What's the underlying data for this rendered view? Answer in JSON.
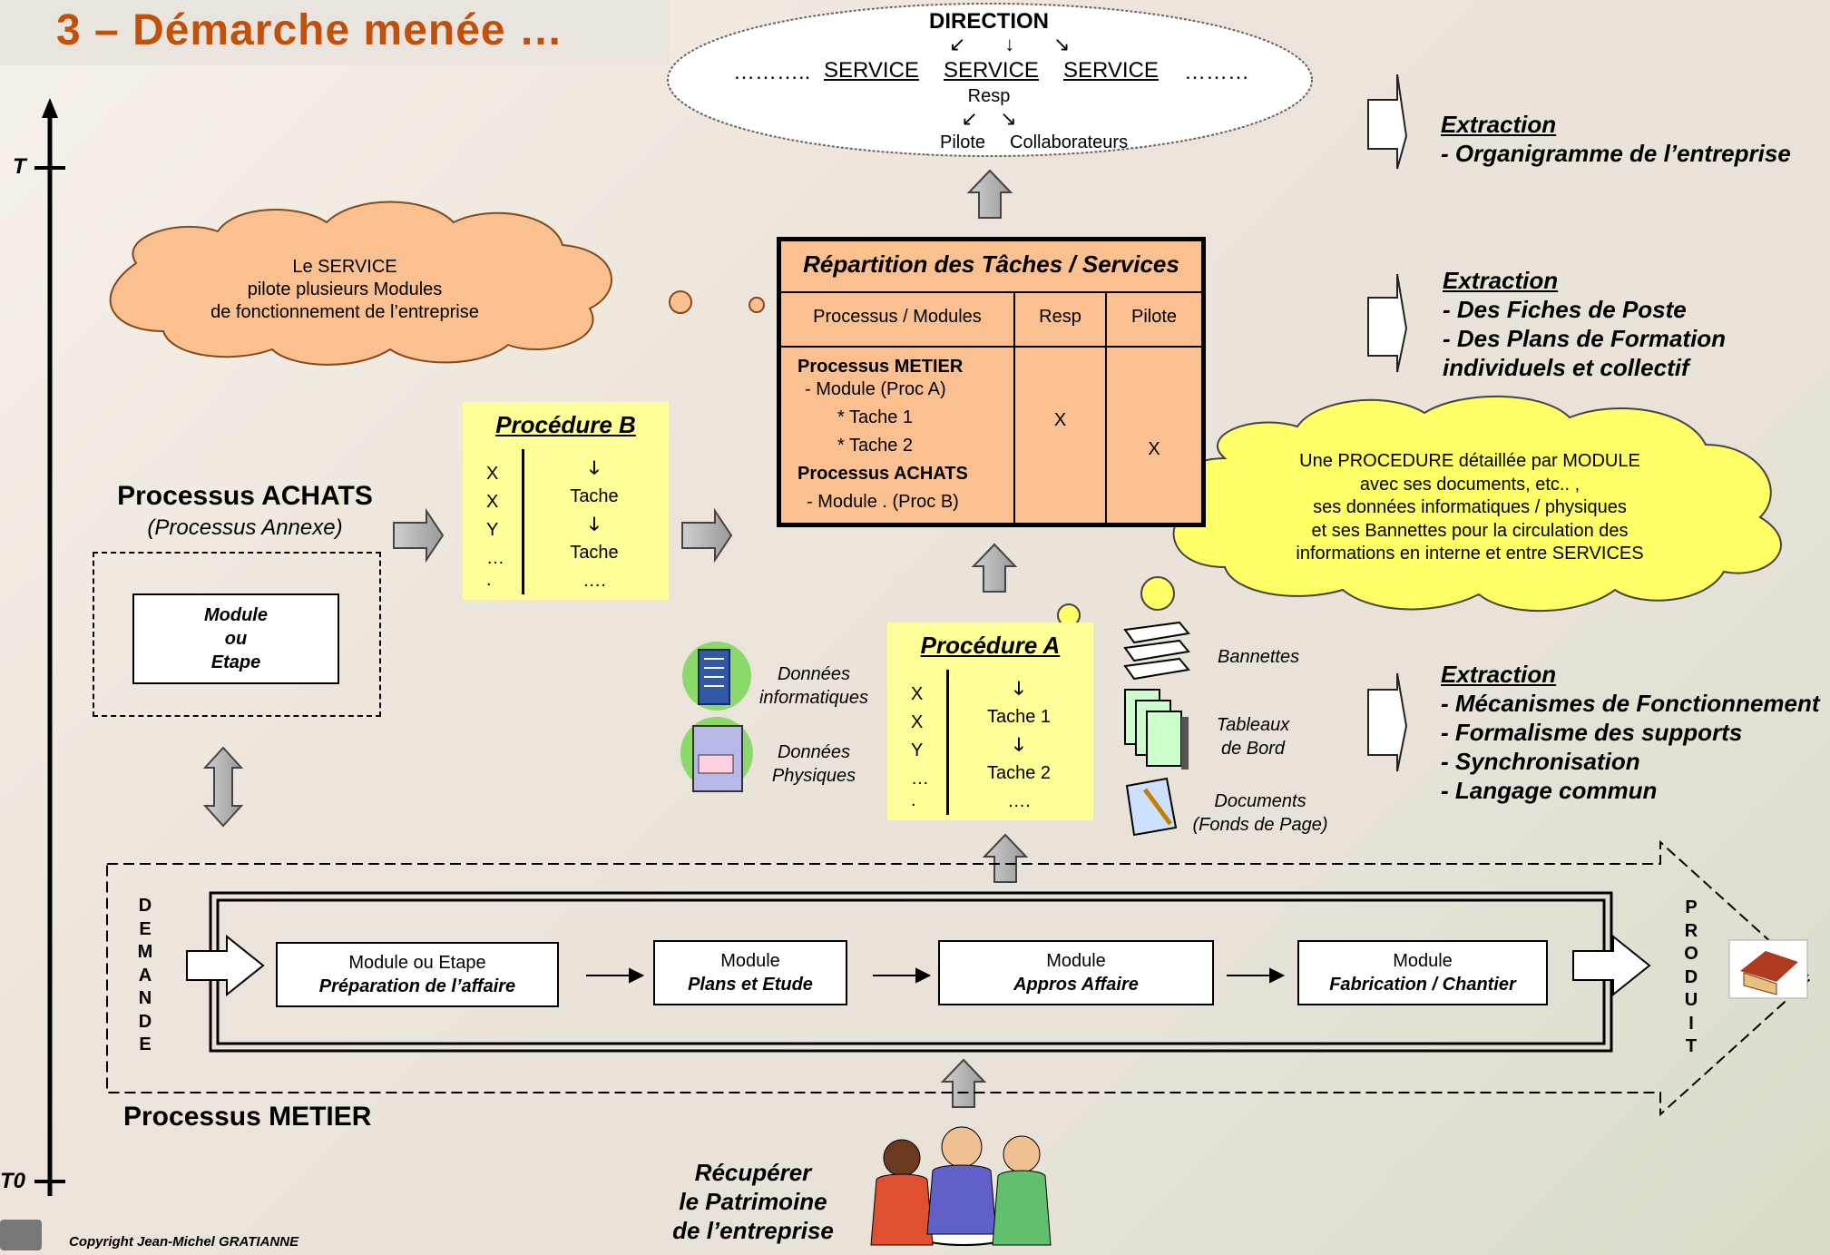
{
  "title": "3 – Démarche menée …",
  "axis": {
    "t_top": "T",
    "t_bottom": "T0"
  },
  "organigram": {
    "direction": "DIRECTION",
    "dots_left": "………..",
    "services": [
      "SERVICE",
      "SERVICE",
      "SERVICE"
    ],
    "dots_right": "………",
    "resp": "Resp",
    "pilote": "Pilote",
    "collaborateurs": "Collaborateurs"
  },
  "extractions": [
    {
      "title": "Extraction",
      "items": [
        "- Organigramme de l’entreprise"
      ]
    },
    {
      "title": "Extraction",
      "items": [
        "- Des Fiches de Poste",
        "- Des Plans de Formation",
        "individuels et collectif"
      ]
    },
    {
      "title": "Extraction",
      "items": [
        "- Mécanismes de Fonctionnement",
        "- Formalisme des supports",
        "- Synchronisation",
        "- Langage commun"
      ]
    }
  ],
  "cloud_service": [
    "Le SERVICE",
    "pilote plusieurs Modules",
    "de fonctionnement de l’entreprise"
  ],
  "cloud_procedure": [
    "Une PROCEDURE détaillée par MODULE",
    "avec ses documents, etc.. ,",
    "ses données informatiques / physiques",
    "et ses Bannettes pour la circulation des",
    "informations en interne et entre SERVICES"
  ],
  "repartition": {
    "title": "Répartition des Tâches / Services",
    "headers": [
      "Processus / Modules",
      "Resp",
      "Pilote"
    ],
    "rows": [
      {
        "label": "Processus METIER",
        "bold": true,
        "resp": "",
        "pilote": ""
      },
      {
        "label": "- Module (Proc A)",
        "bold": false,
        "resp": "",
        "pilote": ""
      },
      {
        "label": "* Tache 1",
        "bold": false,
        "resp": "X",
        "pilote": ""
      },
      {
        "label": "* Tache 2",
        "bold": false,
        "resp": "",
        "pilote": "X"
      },
      {
        "label": "Processus ACHATS",
        "bold": true,
        "resp": "",
        "pilote": ""
      },
      {
        "label": "- Module . (Proc B)",
        "bold": false,
        "resp": "",
        "pilote": ""
      }
    ]
  },
  "procedure_b": {
    "title": "Procédure B",
    "left": [
      "X",
      "X",
      "Y",
      "…",
      "."
    ],
    "right": [
      "Tache",
      "Tache",
      "…."
    ]
  },
  "procedure_a": {
    "title": "Procédure A",
    "left": [
      "X",
      "X",
      "Y",
      "…",
      "."
    ],
    "right": [
      "Tache 1",
      "Tache 2",
      "…."
    ]
  },
  "achats": {
    "title": "Processus ACHATS",
    "subtitle": "(Processus Annexe)",
    "module": [
      "Module",
      "ou",
      "Etape"
    ]
  },
  "resources": {
    "donnees_info": [
      "Données",
      "informatiques"
    ],
    "donnees_phys": [
      "Données",
      "Physiques"
    ],
    "bannettes": "Bannettes",
    "tableaux": [
      "Tableaux",
      "de Bord"
    ],
    "documents": [
      "Documents",
      "(Fonds de Page)"
    ]
  },
  "metier": {
    "demande": [
      "D",
      "E",
      "M",
      "A",
      "N",
      "D",
      "E"
    ],
    "produit": [
      "P",
      "R",
      "O",
      "D",
      "U",
      "I",
      "T"
    ],
    "modules": [
      {
        "line1": "Module ou Etape",
        "line2": "Préparation de l’affaire"
      },
      {
        "line1": "Module",
        "line2": "Plans et Etude"
      },
      {
        "line1": "Module",
        "line2": "Appros Affaire"
      },
      {
        "line1": "Module",
        "line2": "Fabrication / Chantier"
      }
    ],
    "label": "Processus METIER"
  },
  "patrimoine": [
    "Récupérer",
    "le Patrimoine",
    "de l’entreprise"
  ],
  "copyright": "Copyright Jean-Michel GRATIANNE",
  "colors": {
    "title": "#c0500a",
    "yellow": "#ffff99",
    "peach": "#fac090"
  }
}
